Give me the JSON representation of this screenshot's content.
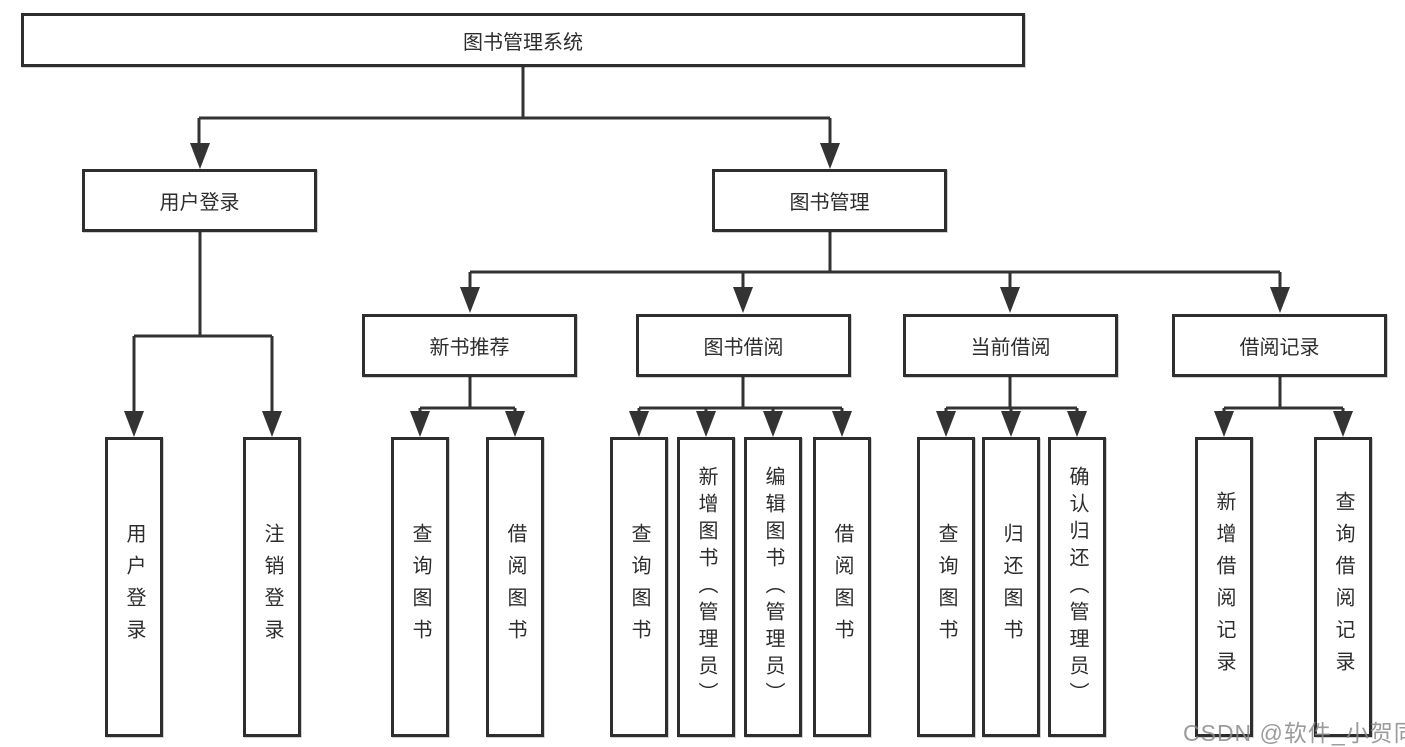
{
  "colors": {
    "line": "#333333",
    "box_border": "#2e2e2e",
    "box_fill": "#ffffff",
    "text": "#2d2d2d",
    "watermark": "#8a8a8a"
  },
  "watermark": {
    "text": "CSDN @软件_小贺同学"
  },
  "root": {
    "label": "图书管理系统"
  },
  "user_login": {
    "label": "用户登录",
    "children": [
      {
        "label": "用户登录"
      },
      {
        "label": "注销登录"
      }
    ]
  },
  "book_mgmt": {
    "label": "图书管理",
    "new_books": {
      "label": "新书推荐",
      "children": [
        {
          "label": "查询图书"
        },
        {
          "label": "借阅图书"
        }
      ]
    },
    "borrowing": {
      "label": "图书借阅",
      "children": [
        {
          "label": "查询图书"
        },
        {
          "label": "新增图书（管理员）"
        },
        {
          "label": "编辑图书（管理员）"
        },
        {
          "label": "借阅图书"
        }
      ]
    },
    "current": {
      "label": "当前借阅",
      "children": [
        {
          "label": "查询图书"
        },
        {
          "label": "归还图书"
        },
        {
          "label": "确认归还（管理员）"
        }
      ]
    },
    "records": {
      "label": "借阅记录",
      "children": [
        {
          "label": "新增借阅记录"
        },
        {
          "label": "查询借阅记录"
        }
      ]
    }
  }
}
